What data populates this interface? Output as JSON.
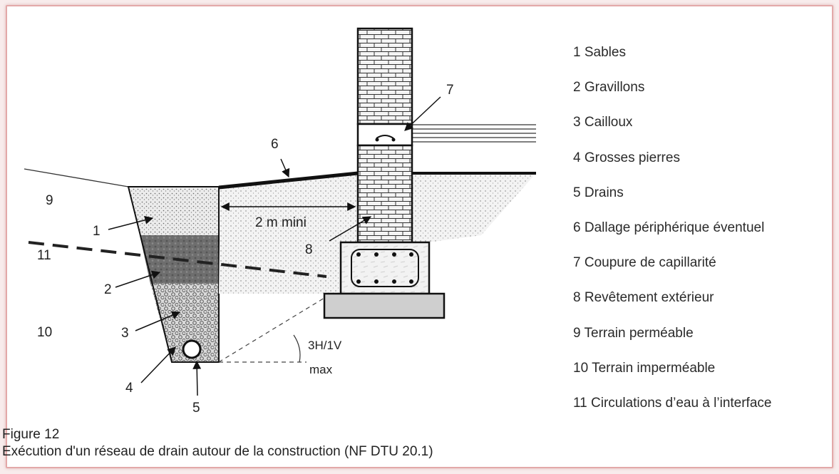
{
  "legend": [
    "1 Sables",
    "2 Gravillons",
    "3 Cailloux",
    "4 Grosses pierres",
    "5 Drains",
    "6 Dallage périphérique éventuel",
    "7 Coupure de capillarité",
    "8 Revêtement extérieur",
    "9 Terrain perméable",
    "10 Terrain imperméable",
    "11 Circulations d’eau à l’interface"
  ],
  "callouts": {
    "n1": "1",
    "n2": "2",
    "n3": "3",
    "n4": "4",
    "n5": "5",
    "n6": "6",
    "n7": "7",
    "n8": "8",
    "n9": "9",
    "n10": "10",
    "n11": "11"
  },
  "dimensions": {
    "width_label": "2 m mini",
    "slope_label": "3H/1V",
    "slope_max": "max"
  },
  "caption": {
    "figure": "Figure 12",
    "title": "Exécution d'un réseau de drain autour de la construction (NF DTU 20.1)"
  }
}
